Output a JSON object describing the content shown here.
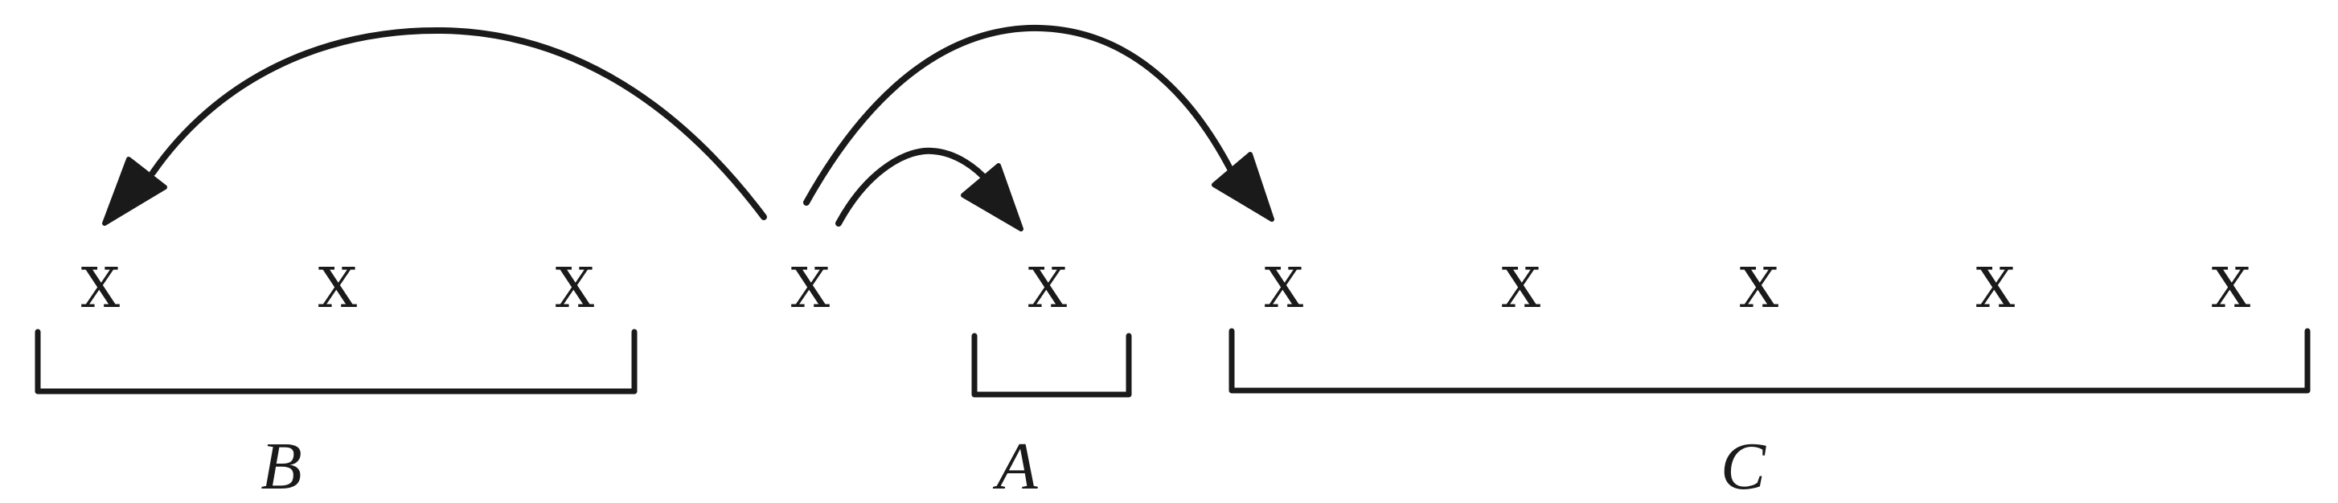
{
  "marks": [
    "X",
    "X",
    "X",
    "X",
    "X",
    "X",
    "X",
    "X",
    "X",
    "X"
  ],
  "groups": [
    {
      "label": "B",
      "from_mark": 1,
      "to_mark": 3
    },
    {
      "label": "A",
      "from_mark": 5,
      "to_mark": 5
    },
    {
      "label": "C",
      "from_mark": 6,
      "to_mark": 10
    }
  ],
  "moves": [
    {
      "from_mark": 4,
      "to_mark": 1
    },
    {
      "from_mark": 4,
      "to_mark": 5
    },
    {
      "from_mark": 4,
      "to_mark": 6
    }
  ],
  "colors": {
    "ink": "#1a1a1a",
    "background": "#ffffff"
  }
}
